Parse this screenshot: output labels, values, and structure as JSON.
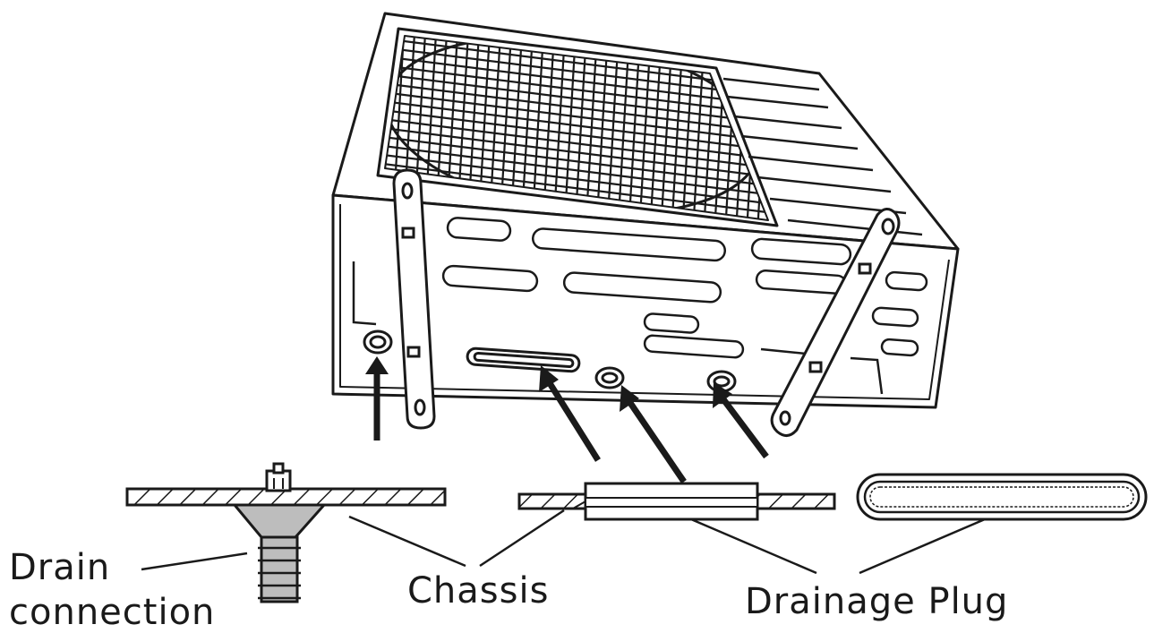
{
  "labels": {
    "drain_connection_line1": "Drain",
    "drain_connection_line2": "connection",
    "chassis": "Chassis",
    "drainage_plug": "Drainage Plug"
  },
  "colors": {
    "ink": "#1a1a1a",
    "plug_fill": "#bdbdbd",
    "paper": "#ffffff"
  }
}
